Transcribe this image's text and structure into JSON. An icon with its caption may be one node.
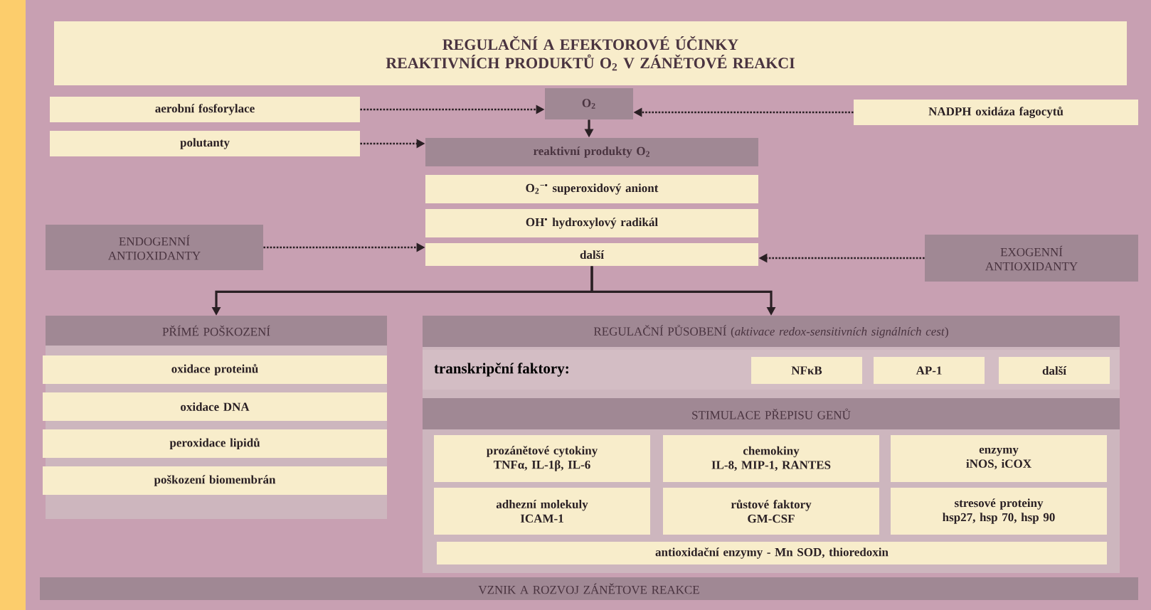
{
  "diagram": {
    "nodes": [
      {
        "text": [
          "REGULAČNÍ A EFEKTOROVÉ ÚČINKY REAKTIVNÍCH PRODUKTŮ O$_{2}$ V ZÁNĚTOVÉ REAKCI"
        ]
      },
      {
        "text": [
          "aerobní fosforylace"
        ]
      },
      {
        "text": [
          "polutanty"
        ]
      },
      {
        "text": [
          "O$_{2}$"
        ]
      },
      {
        "text": [
          "NADPH oxidáza fagocytů"
        ]
      },
      {
        "text": [
          "reaktivní produkty O$_{2}$"
        ]
      },
      {
        "text": [
          "O$_{2}$$^{−•}$ superoxidový aniont"
        ]
      },
      {
        "text": [
          "OH$^{•}$ hydroxylový radikál"
        ]
      },
      {
        "text": [
          "další"
        ]
      },
      {
        "text": [
          "ENDOGENNÍ ANTIOXIDANTY"
        ]
      },
      {
        "text": [
          "EXOGENNÍ ANTIOXIDANTY"
        ]
      },
      {
        "text": [
          "PŘÍMÉ POŠKOZENÍ"
        ]
      },
      {
        "text": [
          "oxidace proteinů"
        ]
      },
      {
        "text": [
          "oxidace DNA"
        ]
      },
      {
        "text": [
          "peroxidace lipidů"
        ]
      },
      {
        "text": [
          "poškození biomembrán"
        ]
      },
      {
        "text": [
          "REGULAČNÍ PŮSOBENÍ (*aktivace redox-sensitivních signálních cest*)"
        ]
      },
      {
        "text": [
          "transkripční faktory:"
        ]
      },
      {
        "text": [
          "NFκB"
        ],
        "in": 17
      },
      {
        "text": [
          "AP-1"
        ],
        "in": 17
      },
      {
        "text": [
          "další"
        ],
        "in": 17
      },
      {
        "text": [
          "STIMULACE PŘEPISU GENŮ"
        ]
      },
      {
        "text": [
          "prozánětové cytokiny",
          "TNFα, IL-1β, IL-6"
        ]
      },
      {
        "text": [
          "chemokiny",
          "IL-8, MIP-1, RANTES"
        ]
      },
      {
        "text": [
          "enzymy",
          "iNOS, iCOX"
        ]
      },
      {
        "text": [
          "adhezní molekuly",
          "ICAM-1"
        ]
      },
      {
        "text": [
          "růstové faktory",
          "GM-CSF"
        ]
      },
      {
        "text": [
          "stresové proteiny",
          "hsp27, hsp 70, hsp 90"
        ]
      },
      {
        "text": [
          "antioxidační enzymy - Mn SOD, thioredoxin"
        ]
      },
      {
        "text": [
          "VZNIK A ROZVOJ ZÁNĚTOVE REAKCE"
        ]
      }
    ],
    "edges": [
      {
        "from": 1,
        "to": 3,
        "arrow": "to",
        "style": "dashed"
      },
      {
        "from": 4,
        "to": 3,
        "arrow": "to",
        "style": "dashed"
      },
      {
        "from": 3,
        "to": 5,
        "arrow": "to"
      },
      {
        "from": 2,
        "to": 5,
        "arrow": "to",
        "style": "dashed"
      },
      {
        "from": 9,
        "to": 8,
        "arrow": "to",
        "style": "dashed"
      },
      {
        "from": 10,
        "to": 8,
        "arrow": "to",
        "style": "dashed"
      },
      {
        "from": 8,
        "to": 11,
        "arrow": "to"
      },
      {
        "from": 8,
        "to": 16,
        "arrow": "to"
      }
    ]
  }
}
